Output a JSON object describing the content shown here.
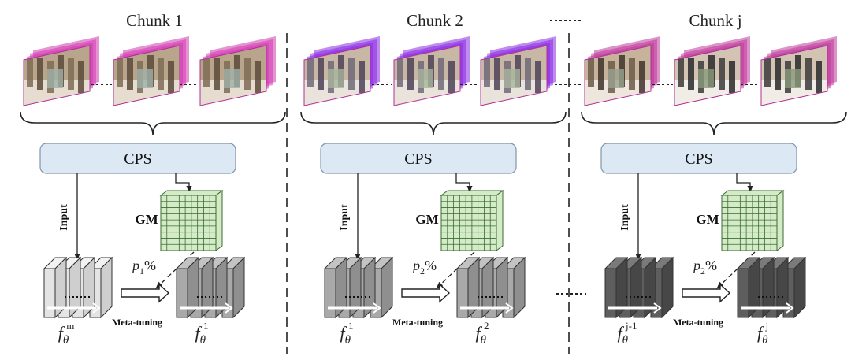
{
  "chunks": [
    {
      "title": "Chunk 1",
      "box_label": "CPS",
      "input_label": "Input",
      "gm_label": "GM",
      "percent": {
        "var": "p",
        "sub": "1",
        "unit": "%"
      },
      "meta_label": "Meta-tuning",
      "src_model": {
        "sym": "f",
        "sub": "θ",
        "sup": "m"
      },
      "dst_model": {
        "sym": "f",
        "sub": "θ",
        "sup": "1"
      }
    },
    {
      "title": "Chunk 2",
      "box_label": "CPS",
      "input_label": "Input",
      "gm_label": "GM",
      "percent": {
        "var": "p",
        "sub": "2",
        "unit": "%"
      },
      "meta_label": "Meta-tuning",
      "src_model": {
        "sym": "f",
        "sub": "θ",
        "sup": "1"
      },
      "dst_model": {
        "sym": "f",
        "sub": "θ",
        "sup": "2"
      }
    },
    {
      "title": "Chunk j",
      "box_label": "CPS",
      "input_label": "Input",
      "gm_label": "GM",
      "percent": {
        "var": "p",
        "sub": "2",
        "unit": "%"
      },
      "meta_label": "Meta-tuning",
      "src_model": {
        "sym": "f",
        "sub": "θ",
        "sup": "j-1"
      },
      "dst_model": {
        "sym": "f",
        "sub": "θ",
        "sup": "j"
      }
    }
  ],
  "colors": {
    "cps_fill": "#dce9f5",
    "cps_stroke": "#7f95ab",
    "gm_fill": "#d3ecc7",
    "gm_grid": "#3d6a33",
    "model_light": "#e4e4e4",
    "model_mid": "#a9a9a9",
    "model_dark": "#5e5e5e"
  }
}
